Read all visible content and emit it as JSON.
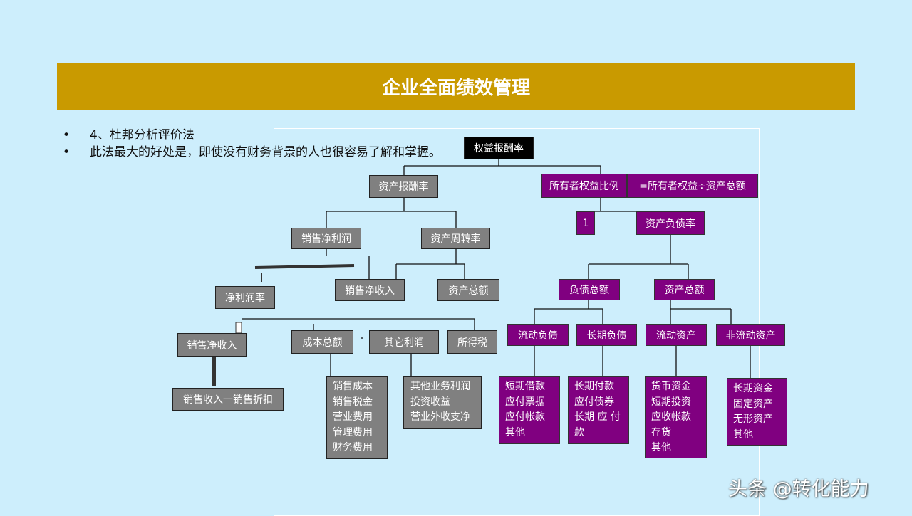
{
  "title": "企业全面绩效管理",
  "bullets": [
    {
      "symbol": "•",
      "text": "4、杜邦分析评价法"
    },
    {
      "symbol": "•",
      "text": "此法最大的好处是，即使没有财务背景的人也很容易了解和掌握。"
    }
  ],
  "nodes": {
    "roe": "权益报酬率",
    "roa": "资产报酬率",
    "equity_ratio": "所有者权益比例",
    "equity_formula": "=所有者权益÷资产总额",
    "one": "1",
    "debt_ratio": "资产负债率",
    "net_profit": "销售净利润",
    "asset_turnover": "资产周转率",
    "net_margin": "净利润率",
    "sales_revenue_a": "销售净收入",
    "total_assets_a": "资产总额",
    "total_liabilities": "负债总额",
    "total_assets_b": "资产总额",
    "sales_revenue_b": "销售净收入",
    "total_cost": "成本总额",
    "other_profit": "其它利润",
    "income_tax": "所得税",
    "current_liab": "流动负债",
    "longterm_liab": "长期负债",
    "current_assets": "流动资产",
    "noncurrent_assets": "非流动资产",
    "sales_minus_discount": "销售收入一销售折扣",
    "cost_items": [
      "销售成本",
      "销售税金",
      "营业费用",
      "管理费用",
      "财务费用"
    ],
    "other_items": [
      "其他业务利润",
      "投资收益",
      "营业外收支净"
    ],
    "current_liab_items": [
      "短期借款",
      "应付票据",
      "应付帐款",
      "其他"
    ],
    "longterm_liab_items": [
      "长期付款",
      "应付债券",
      "长期 应 付",
      "款"
    ],
    "current_asset_items": [
      "货币资金",
      "短期投资",
      "应收帐款",
      "存货",
      "其他"
    ],
    "noncurrent_asset_items": [
      "长期资金",
      "固定资产",
      "无形资产",
      "其他"
    ]
  },
  "watermark": "头条 @转化能力"
}
